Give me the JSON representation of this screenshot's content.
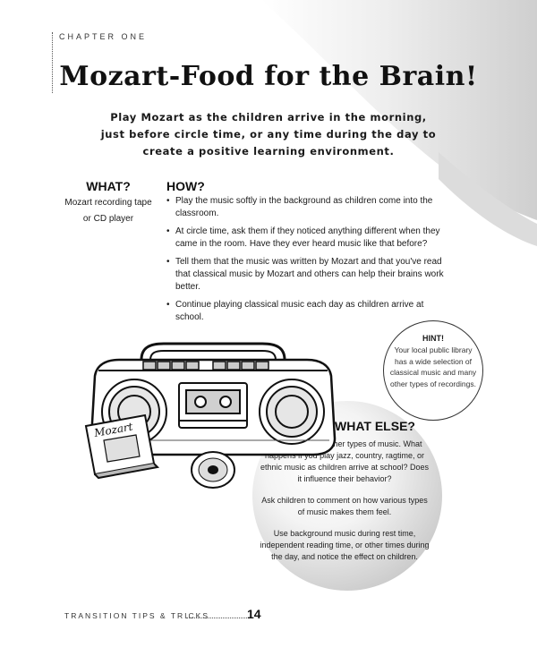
{
  "header": {
    "chapter": "CHAPTER ONE"
  },
  "title": "Mozart-Food for the Brain!",
  "intro": "Play Mozart as the children arrive in the morning, just before circle time, or any time during the day to create a positive learning environment.",
  "what": {
    "heading": "WHAT?",
    "text": "Mozart recording tape or CD player"
  },
  "how": {
    "heading": "HOW?",
    "items": [
      "Play the music softly in the background as children come into the classroom.",
      "At circle time, ask them if they noticed anything different when they came in the room. Have they ever heard music like that before?",
      "Tell them that the music was written by Mozart and that you've read that classical music by Mozart and others can help their brains work better.",
      "Continue playing classical music each day as children arrive at school."
    ]
  },
  "hint": {
    "heading": "HINT!",
    "text": "Your local public library has a wide selection of classical music and many other types of recordings."
  },
  "what_else": {
    "heading": "WHAT ELSE?",
    "paragraphs": [
      "Experiment with other types of music. What happens if you play jazz, country, ragtime, or ethnic music as children arrive at school? Does it influence their behavior?",
      "Ask children to comment on how various types of music makes them feel.",
      "Use background music during rest time, independent reading time, or other times during the day, and notice the effect on children."
    ]
  },
  "illustration": {
    "cassette_label": "Mozart",
    "icons": [
      "boombox-icon",
      "cassette-icon",
      "cd-icon"
    ]
  },
  "footer": {
    "book_title": "TRANSITION TIPS & TRICKS",
    "page_number": "14"
  },
  "colors": {
    "swoosh": "#d9d9d9",
    "text": "#1a1a1a",
    "circle_shade": "#b2b2b2"
  }
}
